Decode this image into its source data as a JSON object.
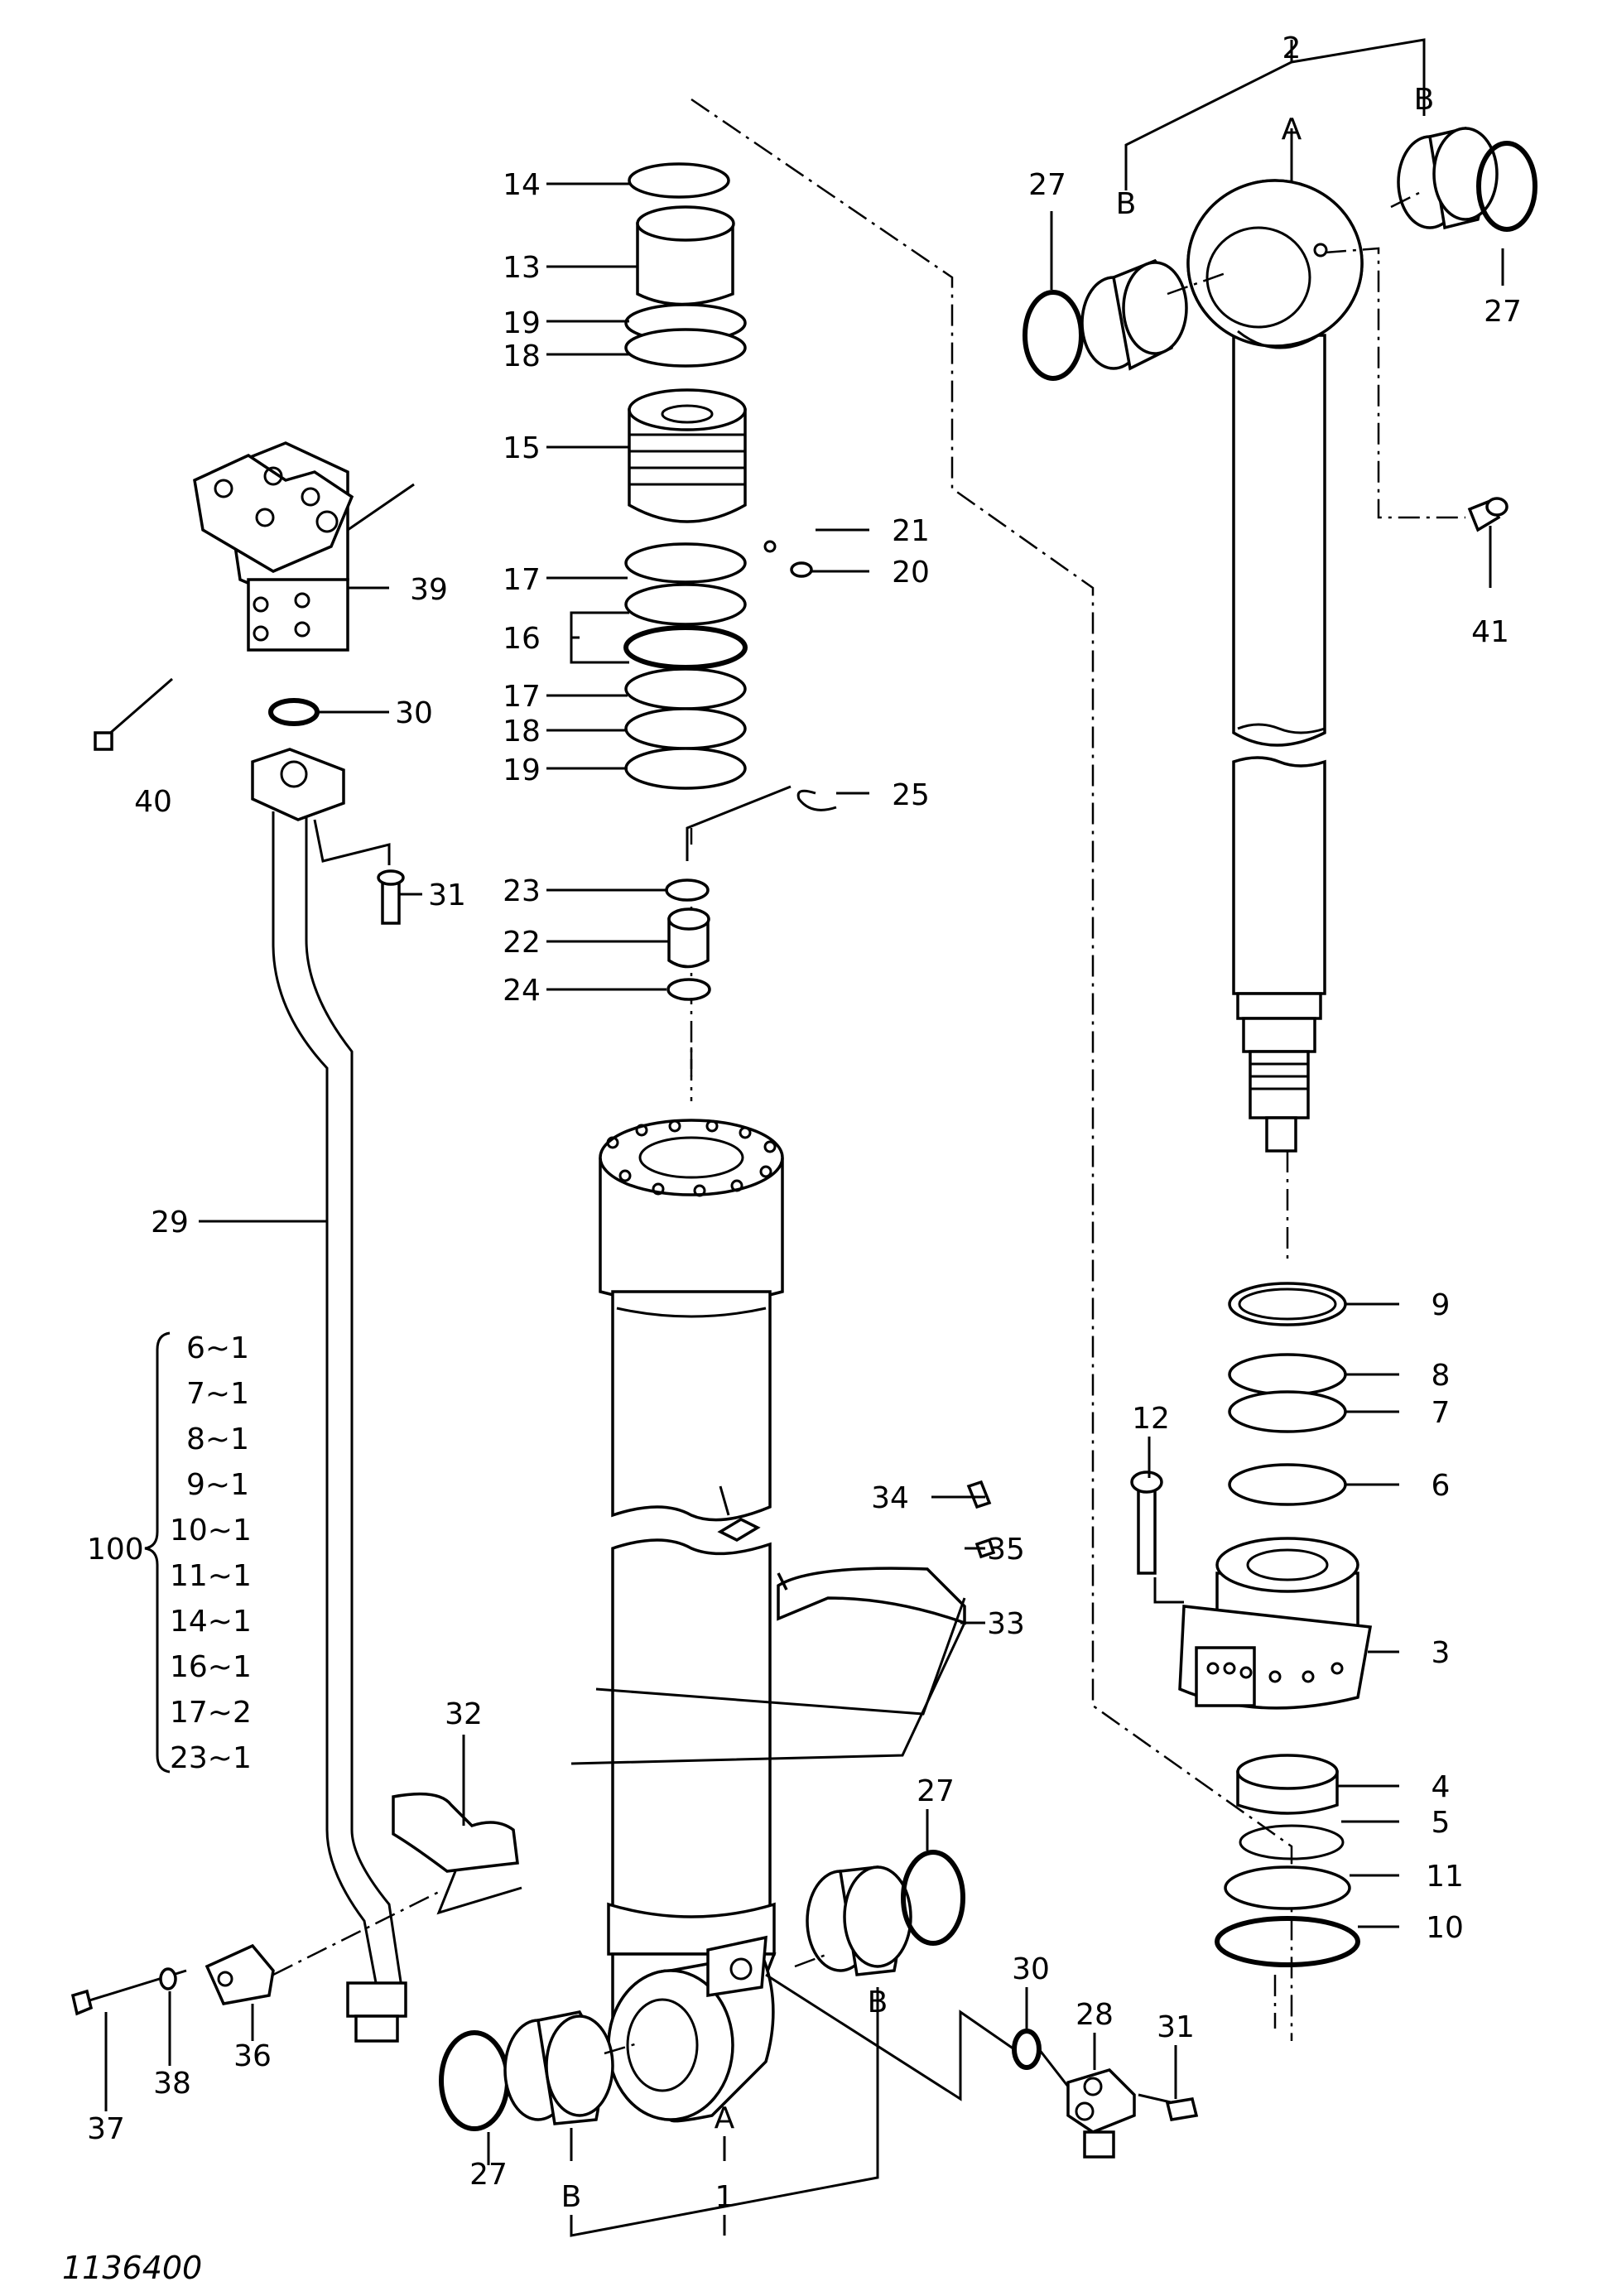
{
  "drawing_number": "1136400",
  "callouts": {
    "c1": "1",
    "c2": "2",
    "c3": "3",
    "c4": "4",
    "c5": "5",
    "c6": "6",
    "c7": "7",
    "c8": "8",
    "c9": "9",
    "c10": "10",
    "c11": "11",
    "c12": "12",
    "c13": "13",
    "c14": "14",
    "c15": "15",
    "c16": "16",
    "c17a": "17",
    "c17b": "17",
    "c18a": "18",
    "c18b": "18",
    "c19a": "19",
    "c19b": "19",
    "c20": "20",
    "c21": "21",
    "c22": "22",
    "c23": "23",
    "c24": "24",
    "c25": "25",
    "c27a": "27",
    "c27b": "27",
    "c27c": "27",
    "c27d": "27",
    "c28": "28",
    "c29": "29",
    "c30a": "30",
    "c30b": "30",
    "c31a": "31",
    "c31b": "31",
    "c32": "32",
    "c33": "33",
    "c34": "34",
    "c35": "35",
    "c36": "36",
    "c37": "37",
    "c38": "38",
    "c39": "39",
    "c40": "40",
    "c41": "41",
    "A_rod": "A",
    "B_rod_left": "B",
    "B_rod_right": "B",
    "A_tube": "A",
    "B_tube_left": "B",
    "B_tube_right": "B"
  },
  "kit": {
    "label": "100",
    "items": [
      "6~1",
      "7~1",
      "8~1",
      "9~1",
      "10~1",
      "11~1",
      "14~1",
      "16~1",
      "17~2",
      "23~1"
    ]
  }
}
